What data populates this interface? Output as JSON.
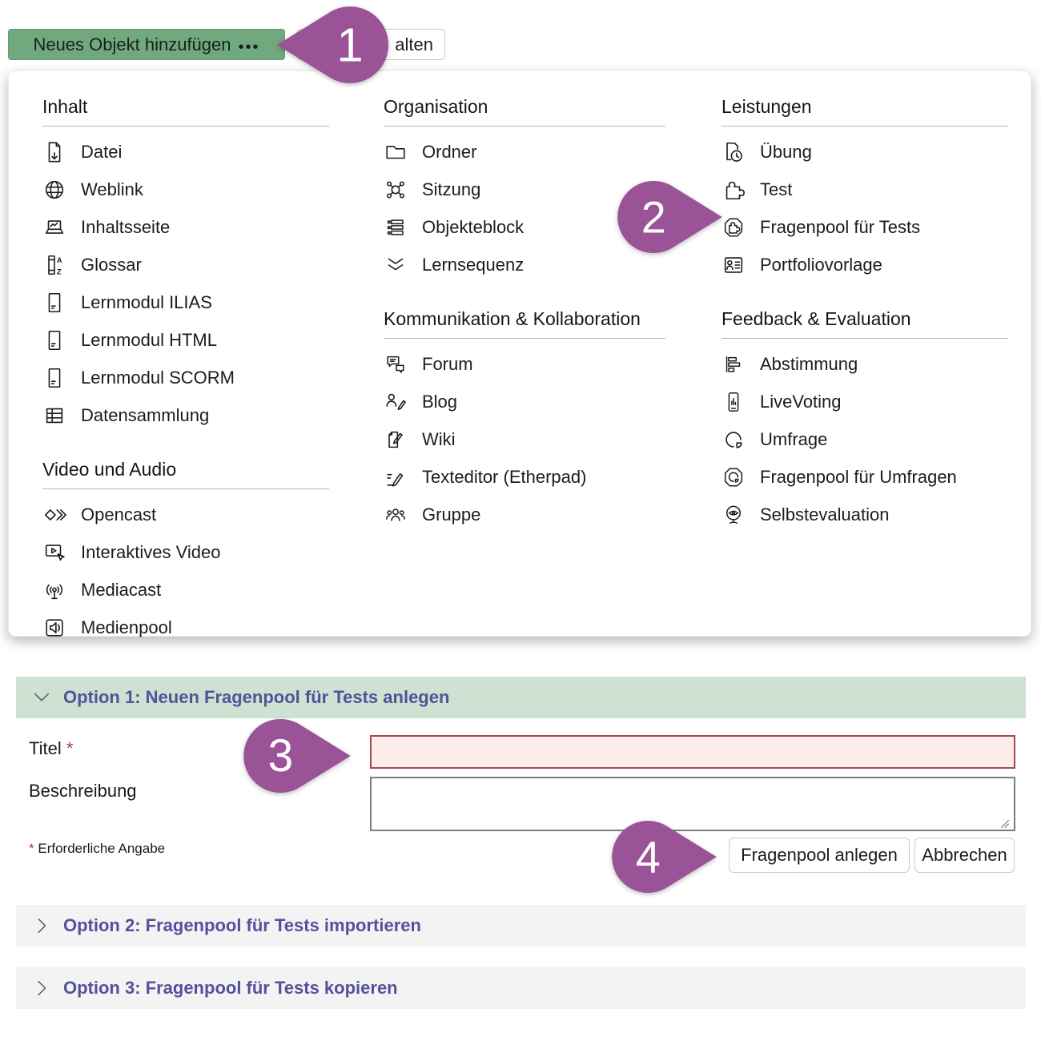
{
  "toolbar": {
    "add_object_button": {
      "label": "Neues Objekt hinzufügen",
      "dots": "•••"
    },
    "partial_button": {
      "visible_text": "alten"
    }
  },
  "annotations": {
    "color": "#9b5397",
    "markers": [
      {
        "label": "1"
      },
      {
        "label": "2"
      },
      {
        "label": "3"
      },
      {
        "label": "4"
      }
    ]
  },
  "menu": {
    "columns": [
      {
        "sections": [
          {
            "title": "Inhalt",
            "items": [
              {
                "label": "Datei",
                "icon": "file"
              },
              {
                "label": "Weblink",
                "icon": "weblink"
              },
              {
                "label": "Inhaltsseite",
                "icon": "content-page"
              },
              {
                "label": "Glossar",
                "icon": "glossary"
              },
              {
                "label": "Lernmodul ILIAS",
                "icon": "learning-module"
              },
              {
                "label": "Lernmodul HTML",
                "icon": "learning-module"
              },
              {
                "label": "Lernmodul SCORM",
                "icon": "learning-module"
              },
              {
                "label": "Datensammlung",
                "icon": "data-table"
              }
            ]
          },
          {
            "title": "Video und Audio",
            "items": [
              {
                "label": "Opencast",
                "icon": "opencast"
              },
              {
                "label": "Interaktives Video",
                "icon": "interactive-video"
              },
              {
                "label": "Mediacast",
                "icon": "broadcast"
              },
              {
                "label": "Medienpool",
                "icon": "media-pool"
              }
            ]
          }
        ]
      },
      {
        "sections": [
          {
            "title": "Organisation",
            "items": [
              {
                "label": "Ordner",
                "icon": "folder"
              },
              {
                "label": "Sitzung",
                "icon": "session"
              },
              {
                "label": "Objekteblock",
                "icon": "item-group"
              },
              {
                "label": "Lernsequenz",
                "icon": "sequence"
              }
            ]
          },
          {
            "title": "Kommunikation & Kollabo­ration",
            "items": [
              {
                "label": "Forum",
                "icon": "forum"
              },
              {
                "label": "Blog",
                "icon": "blog"
              },
              {
                "label": "Wiki",
                "icon": "wiki"
              },
              {
                "label": "Texteditor (Etherpad)",
                "icon": "text-editor"
              },
              {
                "label": "Gruppe",
                "icon": "group"
              }
            ]
          }
        ]
      },
      {
        "sections": [
          {
            "title": "Leistungen",
            "items": [
              {
                "label": "Übung",
                "icon": "exercise"
              },
              {
                "label": "Test",
                "icon": "puzzle"
              },
              {
                "label": "Fragenpool für Tests",
                "icon": "question-pool-test"
              },
              {
                "label": "Portfoliovorlage",
                "icon": "portfolio-template"
              }
            ]
          },
          {
            "title": "Feedback & Evaluation",
            "items": [
              {
                "label": "Abstimmung",
                "icon": "poll"
              },
              {
                "label": "LiveVoting",
                "icon": "live-voting"
              },
              {
                "label": "Umfrage",
                "icon": "survey"
              },
              {
                "label": "Fragenpool für Umfragen",
                "icon": "question-pool-survey"
              },
              {
                "label": "Selbstevaluation",
                "icon": "self-evaluation"
              }
            ]
          }
        ]
      }
    ]
  },
  "form": {
    "option1_label": "Option 1: Neuen Fragenpool für Tests anlegen",
    "fields": {
      "title": {
        "label": "Titel",
        "required_mark": "*",
        "value": ""
      },
      "description": {
        "label": "Beschreibung",
        "value": ""
      }
    },
    "required_note": {
      "mark": "*",
      "text": "Erforderliche Angabe"
    },
    "buttons": {
      "submit": "Fragenpool anlegen",
      "cancel": "Abbrechen"
    }
  },
  "collapsed_options": [
    {
      "label": "Option 2: Fragenpool für Tests importieren"
    },
    {
      "label": "Option 3: Fragenpool für Tests kopieren"
    }
  ]
}
